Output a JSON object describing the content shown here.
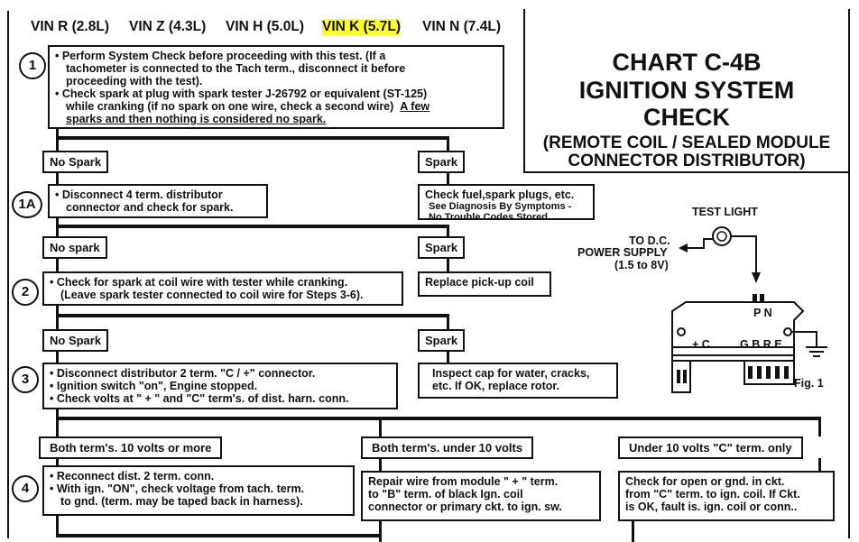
{
  "vin_header": [
    "VIN R (2.8L)",
    "VIN Z (4.3L)",
    "VIN H (5.0L)",
    "VIN K (5.7L)",
    "VIN N (7.4L)"
  ],
  "chart": {
    "title1": "CHART C-4B",
    "title2": "IGNITION SYSTEM",
    "title3": "CHECK",
    "subtitle1": "(REMOTE COIL / SEALED MODULE",
    "subtitle2": "CONNECTOR DISTRIBUTOR)"
  },
  "steps": {
    "s1": "1",
    "s1a": "1A",
    "s2": "2",
    "s3": "3",
    "s4": "4"
  },
  "box1": {
    "l1": "• Perform System Check before proceeding with this test. (If a",
    "l2": "tachometer is connected to the Tach term., disconnect it before",
    "l3": "proceeding with the test).",
    "l4": "• Check spark at plug with spark tester J-26792 or equivalent (ST-125)",
    "l5a": "while cranking (if no spark on one wire, check a second wire)",
    "l5b": "A few",
    "l6": "sparks and then nothing is considered no spark."
  },
  "labels": {
    "no_spark_1": "No Spark",
    "spark_1": "Spark",
    "no_spark_2": "No spark",
    "spark_2": "Spark",
    "no_spark_3": "No  Spark",
    "spark_3": "Spark",
    "both_10_more": "Both term's. 10 volts or more",
    "both_under_10": "Both term's. under 10 volts",
    "under_10_c": "Under 10 volts \"C\" term. only"
  },
  "box1a": {
    "l1": "• Disconnect 4 term. distributor",
    "l2": "connector and check for spark."
  },
  "box_fuel": {
    "l1": "Check fuel,spark plugs, etc.",
    "l2": "See Diagnosis By Symptoms -",
    "l3": "No Trouble Codes Stored"
  },
  "box2": {
    "l1": "• Check for spark at coil wire with tester while cranking.",
    "l2": "(Leave spark tester connected to coil wire for Steps 3-6)."
  },
  "box_pickup": "Replace pick-up coil",
  "box3": {
    "l1": "• Disconnect distributor 2 term. \"C / +\" connector.",
    "l2": "• Ignition switch \"on\", Engine stopped.",
    "l3": "• Check volts at \" + \" and \"C\" term's. of dist. harn. conn."
  },
  "box_cap": {
    "l1": "Inspect cap for water, cracks,",
    "l2": "etc.  If OK, replace rotor."
  },
  "box4": {
    "l1": "• Reconnect dist. 2 term. conn.",
    "l2": "• With ign. \"ON\", check  voltage from tach. term.",
    "l3": "to gnd.  (term. may be taped back in harness)."
  },
  "box_repair": {
    "l1": "Repair wire from module \" + \" term.",
    "l2": "to \"B\" term. of black Ign. coil",
    "l3": "connector or primary ckt. to ign. sw."
  },
  "box_open": {
    "l1": "Check for open or gnd. in ckt.",
    "l2": "from \"C\" term. to ign. coil.  If Ckt.",
    "l3": "is OK, fault is. ign. coil or conn.."
  },
  "figure": {
    "test_light": "TEST LIGHT",
    "to_dc": "TO D.C.",
    "power_supply": "POWER SUPPLY",
    "voltage": "(1.5 to 8V)",
    "pn": "P N",
    "plus_c": "+ C",
    "gbre": "G B R E",
    "fig": "Fig. 1"
  }
}
